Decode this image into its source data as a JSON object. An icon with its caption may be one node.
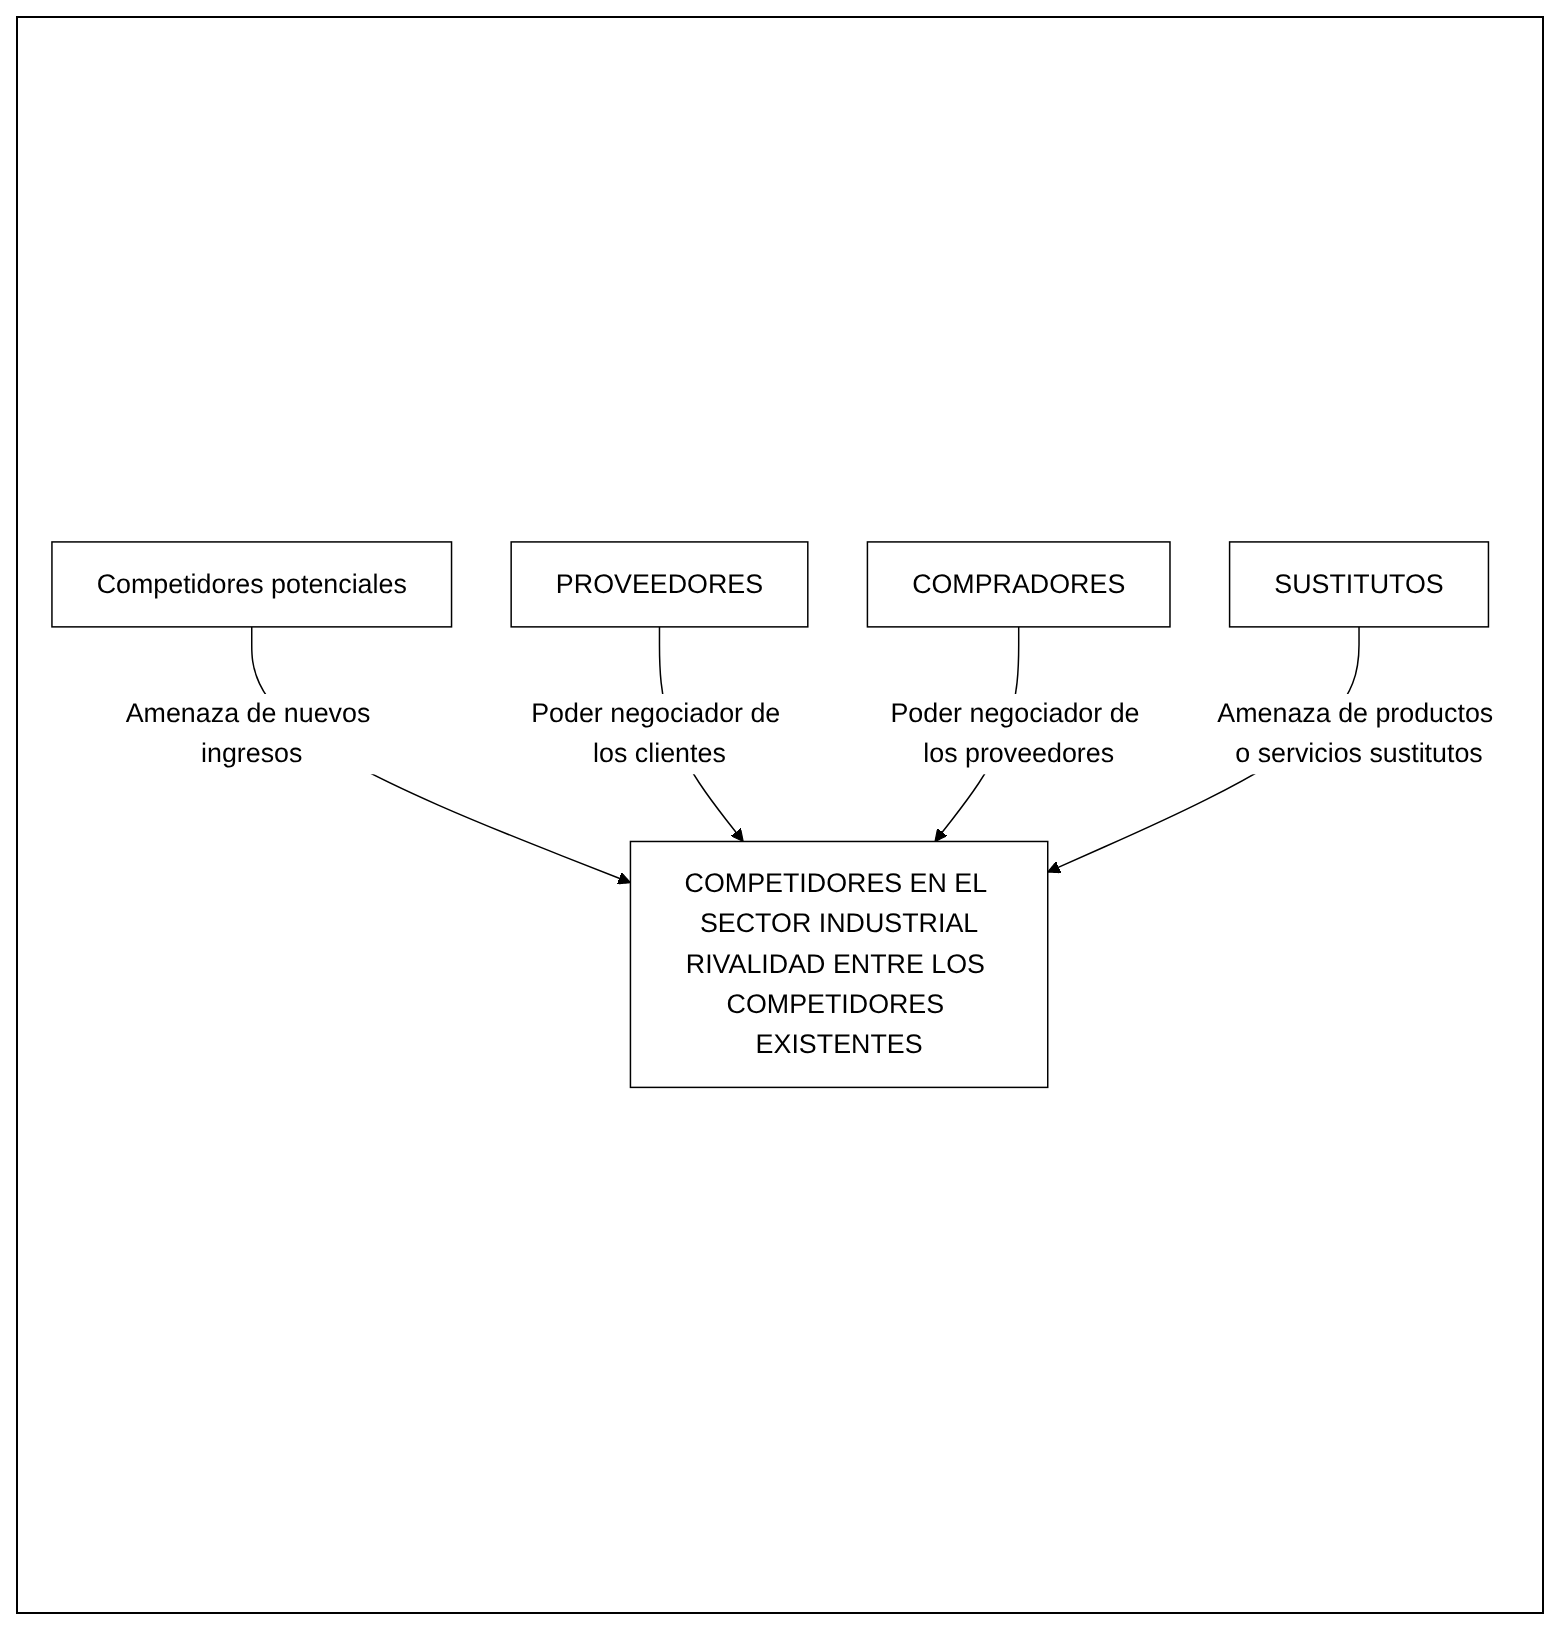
{
  "diagram": {
    "nodes": [
      {
        "text": [
          "Competidores potenciales"
        ]
      },
      {
        "text": [
          "COMPETIDORES EN EL SECTOR INDUSTRIAL",
          "RIVALIDAD ENTRE LOS COMPETIDORES EXISTENTES"
        ]
      },
      {
        "text": [
          "PROVEEDORES"
        ]
      },
      {
        "text": [
          "COMPRADORES"
        ]
      },
      {
        "text": [
          "SUSTITUTOS"
        ]
      }
    ],
    "edges": [
      {
        "from": 0,
        "to": 1,
        "arrow": "to",
        "label": "Amenaza de nuevos ingresos"
      },
      {
        "from": 2,
        "to": 1,
        "arrow": "to",
        "label": "Poder negociador de los clientes"
      },
      {
        "from": 3,
        "to": 1,
        "arrow": "to",
        "label": "Poder negociador de los proveedores"
      },
      {
        "from": 4,
        "to": 1,
        "arrow": "to",
        "label": "Amenaza de productos o servicios sustitutos"
      }
    ]
  }
}
